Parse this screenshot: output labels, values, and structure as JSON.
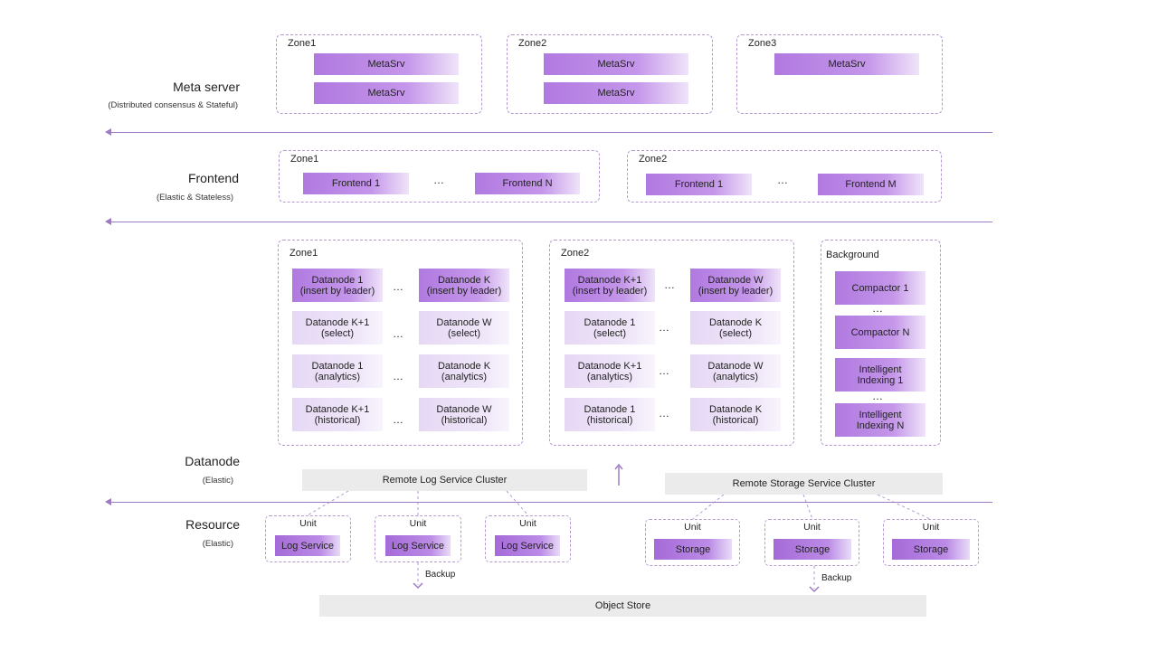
{
  "meta": {
    "title": "Meta server",
    "subtitle": "(Distributed consensus & Stateful)",
    "zones": [
      {
        "label": "Zone1",
        "nodes": [
          "MetaSrv",
          "MetaSrv"
        ]
      },
      {
        "label": "Zone2",
        "nodes": [
          "MetaSrv",
          "MetaSrv"
        ]
      },
      {
        "label": "Zone3",
        "nodes": [
          "MetaSrv"
        ]
      }
    ]
  },
  "frontend": {
    "title": "Frontend",
    "subtitle": "(Elastic & Stateless)",
    "zones": [
      {
        "label": "Zone1",
        "first": "Frontend 1",
        "last": "Frontend N"
      },
      {
        "label": "Zone2",
        "first": "Frontend 1",
        "last": "Frontend M"
      }
    ]
  },
  "ellipsis": "…",
  "datanode": {
    "title": "Datanode",
    "subtitle": "(Elastic)",
    "zones": [
      {
        "label": "Zone1",
        "rows": [
          [
            "Datanode 1\n(insert by leader)",
            "Datanode K\n(insert by leader)"
          ],
          [
            "Datanode K+1\n(select)",
            "Datanode W\n(select)"
          ],
          [
            "Datanode 1\n(analytics)",
            "Datanode K\n(analytics)"
          ],
          [
            "Datanode K+1\n(historical)",
            "Datanode W\n(historical)"
          ]
        ]
      },
      {
        "label": "Zone2",
        "rows": [
          [
            "Datanode K+1\n(insert by leader)",
            "Datanode W\n(insert by leader)"
          ],
          [
            "Datanode 1\n(select)",
            "Datanode K\n(select)"
          ],
          [
            "Datanode K+1\n(analytics)",
            "Datanode W\n(analytics)"
          ],
          [
            "Datanode 1\n(historical)",
            "Datanode K\n(historical)"
          ]
        ]
      }
    ],
    "background": {
      "label": "Background",
      "items": [
        "Compactor 1",
        "Compactor N",
        "Intelligent\nIndexing 1",
        "Intelligent\nIndexing N"
      ]
    }
  },
  "resource": {
    "title": "Resource",
    "subtitle": "(Elastic)",
    "log_cluster": "Remote Log Service Cluster",
    "storage_cluster": "Remote Storage Service Cluster",
    "unit_label": "Unit",
    "log_service": "Log Service",
    "storage": "Storage",
    "backup": "Backup",
    "object_store": "Object  Store"
  }
}
